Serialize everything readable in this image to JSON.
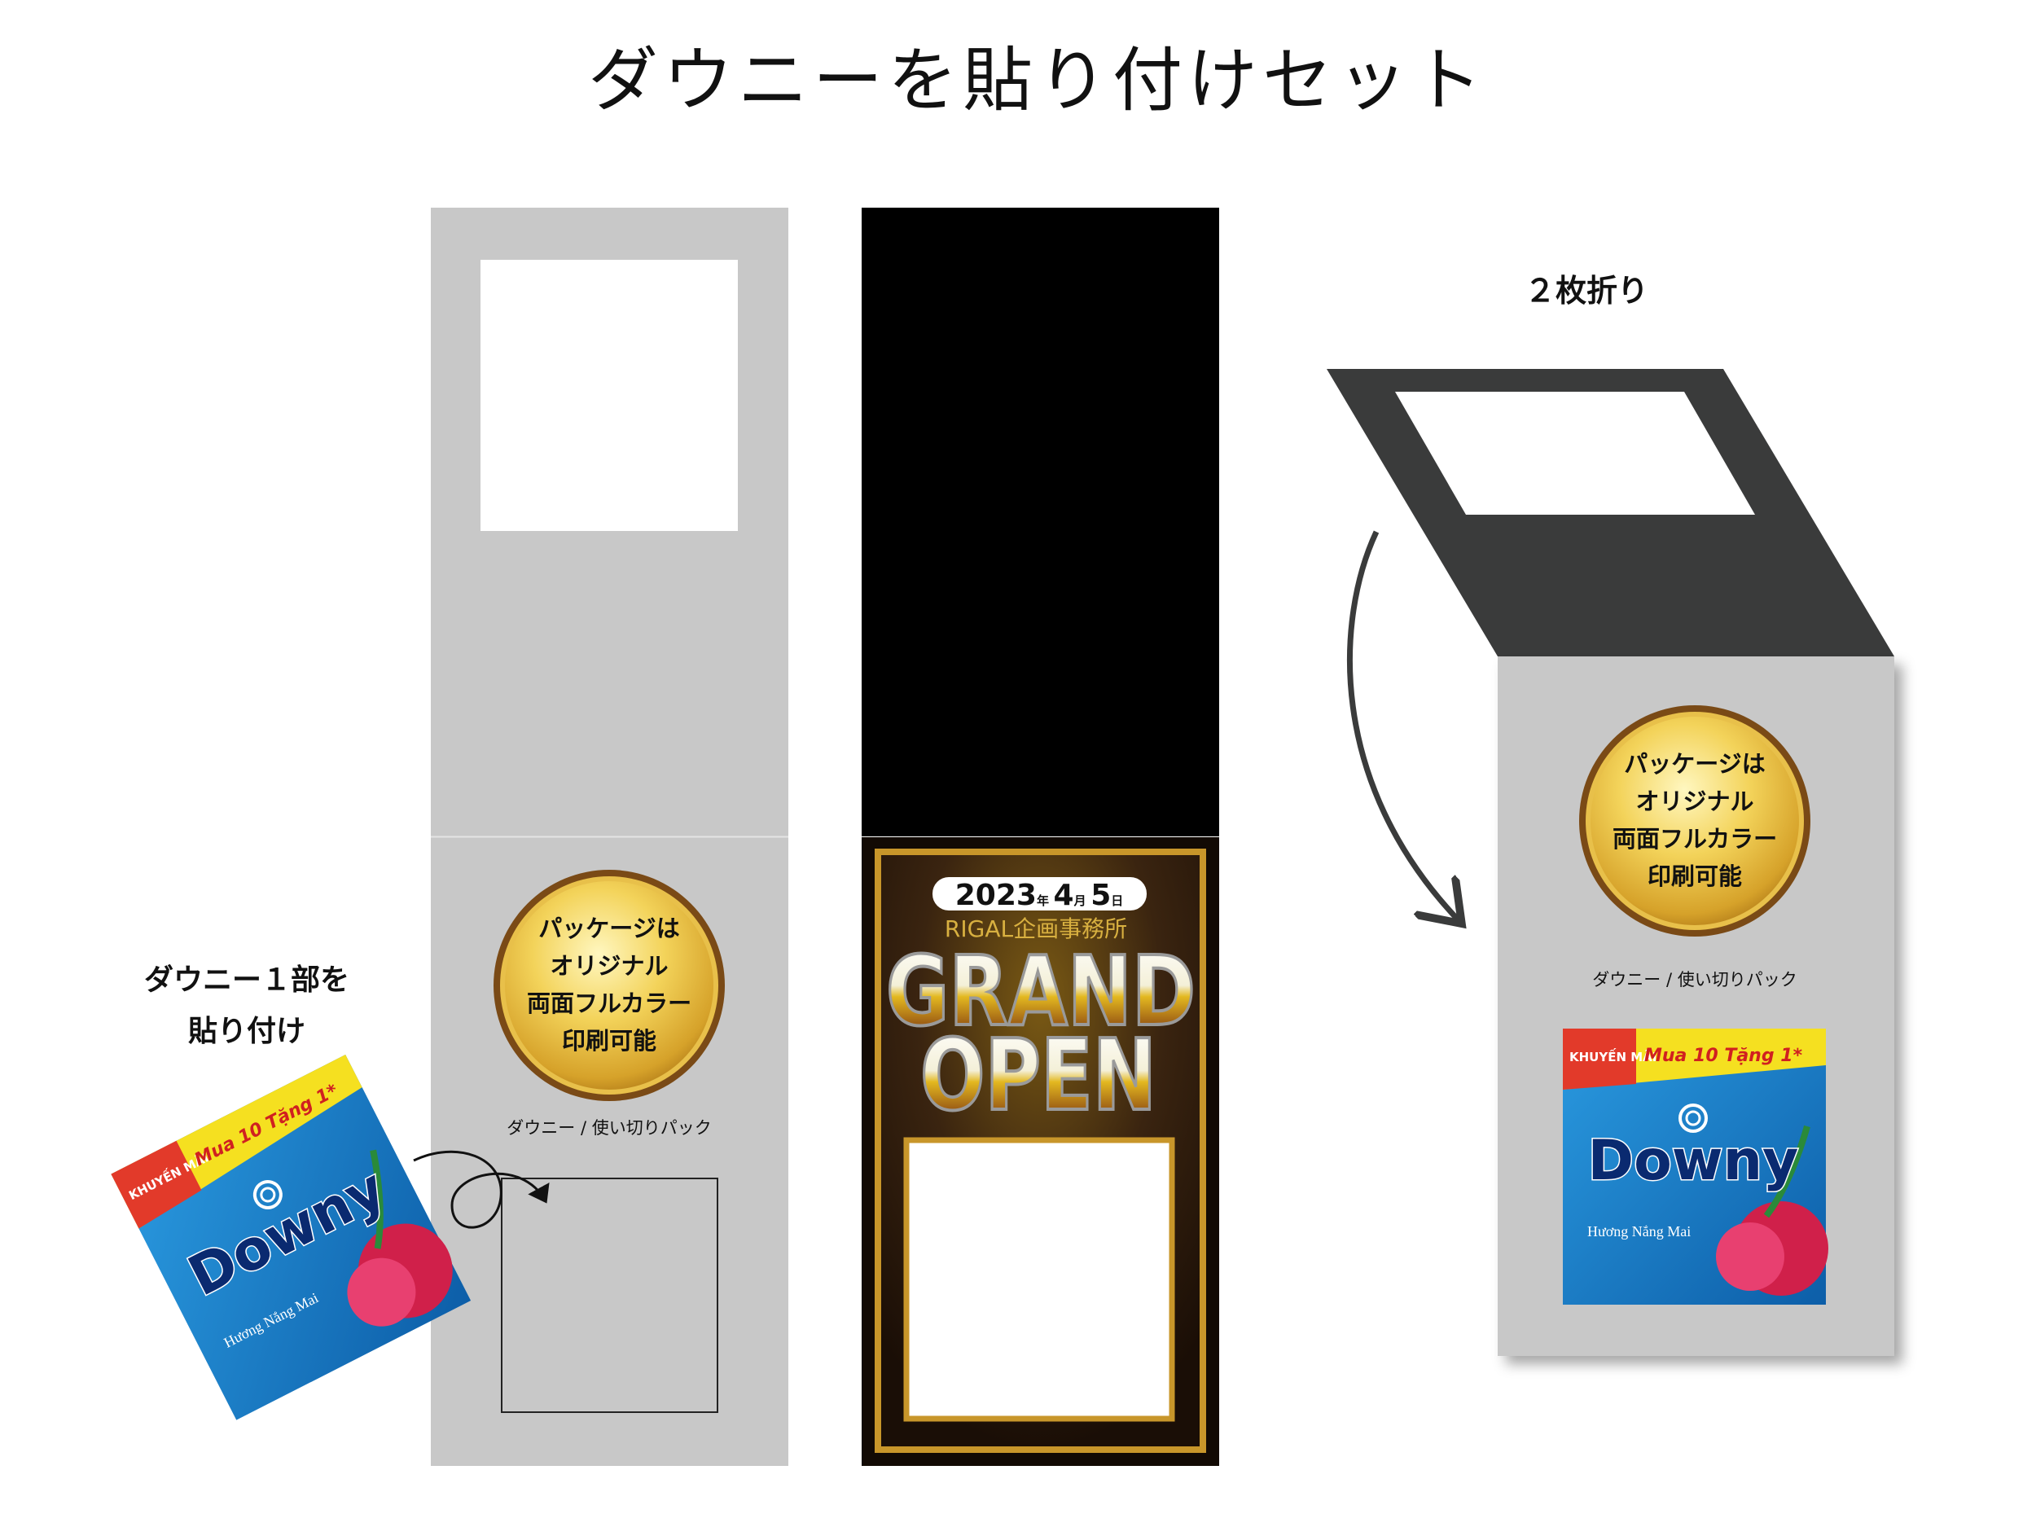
{
  "title": "ダウニーを貼り付けセット",
  "left_label": {
    "line1": "ダウニー１部を",
    "line2": "貼り付け"
  },
  "fold_label": "２枚折り",
  "badge": {
    "lines": [
      "パッケージは",
      "オリジナル",
      "両面フルカラー",
      "印刷可能"
    ]
  },
  "caption": "ダウニー / 使い切りパック",
  "flyer": {
    "date": {
      "year": "2023",
      "year_unit": "年",
      "month": "4",
      "month_unit": "月",
      "day": "5",
      "day_unit": "日"
    },
    "company": "RIGAL企画事務所",
    "headline1": "GRAND",
    "headline2": "OPEN"
  },
  "package": {
    "promo_tag": "KHUYẾN MÃI",
    "promo": "Mua 10 Tặng 1*",
    "brand": "Downy",
    "variant": "Hương Nắng Mai"
  },
  "colors": {
    "panel_gray": "#c8c8c8",
    "dark_flap": "#3a3b3b",
    "gold": "#c8962a",
    "brown_bg": "#2a1a0c",
    "package_blue": "#1a7cc4",
    "package_yellow": "#f5e020",
    "flower_red": "#d0204a"
  }
}
